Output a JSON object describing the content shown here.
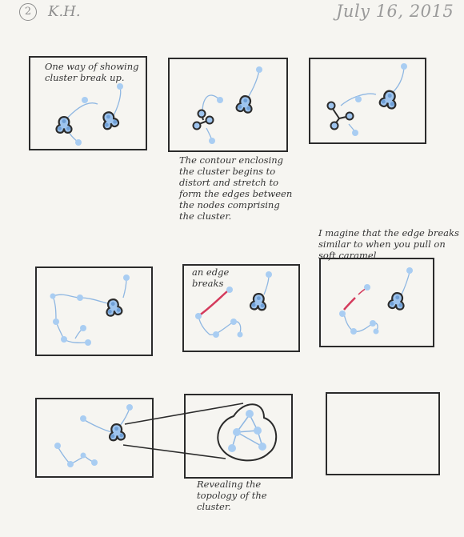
{
  "header": {
    "page_number": "2",
    "initials": "K.H.",
    "date": "July 16, 2015"
  },
  "notes": {
    "panel1": "One way of showing cluster break up.",
    "panel2_caption": "The contour enclosing the cluster begins to distort and stretch to form the edges between the nodes comprising the cluster.",
    "panel5": "an edge breaks",
    "panel6_caption": "I magine that the edge breaks similar to when you pull on soft caramel",
    "panel7_caption": "Revealing the topology of the cluster."
  },
  "colors": {
    "ink": "#2b2b2b",
    "node": "#a9cdf2",
    "edge": "#8fb7e2",
    "break": "#d43a5c",
    "paper": "#f6f5f1"
  }
}
